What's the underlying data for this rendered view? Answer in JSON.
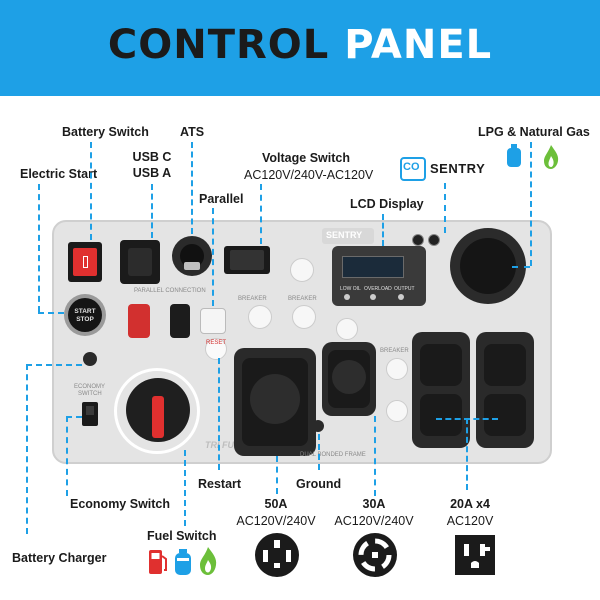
{
  "banner": {
    "title_part1": "CONTROL",
    "title_part2": "PANEL"
  },
  "labels": {
    "battery_switch": "Battery Switch",
    "ats": "ATS",
    "usb_c": "USB C",
    "usb_a": "USB A",
    "electric_start": "Electric Start",
    "voltage_switch": "Voltage Switch",
    "voltage_values": "AC120V/240V-AC120V",
    "parallel": "Parallel",
    "lcd_display": "LCD Display",
    "lpg_natural_gas": "LPG & Natural Gas",
    "economy_switch": "Economy Switch",
    "restart": "Restart",
    "ground": "Ground",
    "battery_charger": "Battery Charger",
    "fuel_switch": "Fuel Switch",
    "outlet_50a_amp": "50A",
    "outlet_50a_volt": "AC120V/240V",
    "outlet_30a_amp": "30A",
    "outlet_30a_volt": "AC120V/240V",
    "outlet_20a_amp": "20A x4",
    "outlet_20a_volt": "AC120V"
  },
  "brand": {
    "logo_co": "CO",
    "logo_sentry": "SENTRY"
  },
  "panel_text": {
    "start_line1": "START",
    "start_line2": "STOP",
    "economy_line1": "ECONOMY",
    "economy_line2": "SWITCH",
    "reset": "RESET",
    "parallel_connection": "PARALLEL CONNECTION",
    "trifuel": "TRI FUEL",
    "dual_bonded": "DUAL BONDED FRAME",
    "lcd_low_oil": "LOW OIL",
    "lcd_overload": "OVERLOAD",
    "lcd_output": "OUTPUT",
    "breaker": "BREAKER"
  },
  "colors": {
    "accent": "#1ea0e6",
    "banner_dark_text": "#1b1b1b",
    "panel": "#e4e4e4",
    "outlet": "#2a2a2a",
    "fuel_red": "#e0302f",
    "lpg_blue": "#1ea0e6",
    "gas_green": "#6cbf3a"
  }
}
